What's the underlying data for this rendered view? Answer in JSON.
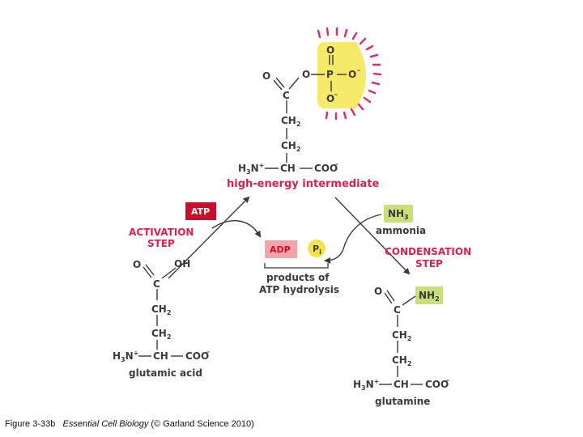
{
  "atoms": {
    "O": "O",
    "P": "P",
    "C": "C",
    "CH": "CH",
    "CH2_main": "CH",
    "sub2": "2",
    "H3N": "H",
    "sub3": "3",
    "N": "N",
    "plus": "+",
    "minus": "–",
    "COO": "COO",
    "OH": "OH",
    "NH": "NH"
  },
  "labels": {
    "high_energy_intermediate": "high-energy intermediate",
    "activation_step_line1": "ACTIVATION",
    "activation_step_line2": "STEP",
    "condensation_step_line1": "CONDENSATION",
    "condensation_step_line2": "STEP",
    "atp": "ATP",
    "adp": "ADP",
    "pi": "P",
    "pi_sub": "i",
    "products_line1": "products of",
    "products_line2": "ATP hydrolysis",
    "ammonia": "ammonia",
    "glutamic_acid": "glutamic acid",
    "glutamine": "glutamine"
  },
  "caption": {
    "figure": "Figure 3-33b",
    "book": "Essential Cell Biology",
    "publisher": "(© Garland Science 2010)"
  },
  "colors": {
    "accent_red": "#d8234e",
    "atp_box": "#c8102e",
    "adp_box": "#f4a3a8",
    "yellow_highlight": "#f5ea6a",
    "pi_circle": "#f2e34a",
    "nh_box": "#c9e07a",
    "burst_lines": "#d62f7c",
    "text": "#3a3a3a"
  },
  "icons": {
    "phosphate_energy_burst": "burst-icon"
  }
}
